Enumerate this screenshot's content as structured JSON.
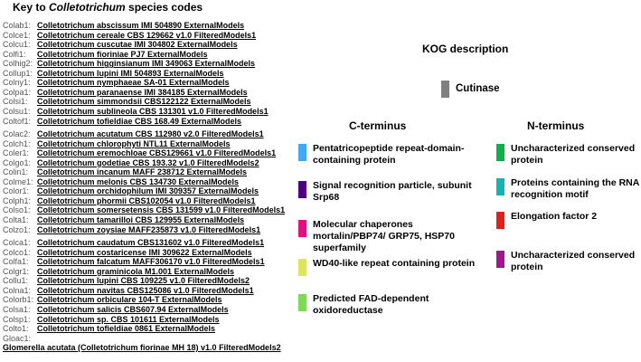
{
  "title_pre": "Key to ",
  "title_italic": "Colletotrichum",
  "title_post": " species codes",
  "kog_header": "KOG description",
  "c_header": "C-terminus",
  "n_header": "N-terminus",
  "species": [
    {
      "code": "Colab1:",
      "name": "Colletotrichum abscissum IMI 504890 ExternalModels"
    },
    {
      "code": "Colce1:",
      "name": "Colletotrichum cereale CBS 129662 v1.0 FilteredModels1"
    },
    {
      "code": "Colcu1:",
      "name": "Colletotrichum cuscutae IMI 304802 ExternalModels"
    },
    {
      "code": "Colfi1:",
      "name": "Colletotrichum fioriniae PJ7 ExternalModels"
    },
    {
      "code": "Colhig2:",
      "name": "Colletotrichum higginsianum IMI 349063 ExternalModels"
    },
    {
      "code": "Collup1:",
      "name": "Colletotrichum lupini IMI 504893 ExternalModels"
    },
    {
      "code": "Colny1:",
      "name": "Colletotrichum nymphaeae SA-01 ExternalModels"
    },
    {
      "code": "Colpa1:",
      "name": "Colletotrichum paranaense IMI 384185 ExternalModels"
    },
    {
      "code": "Colsi1:",
      "name": "Colletotrichum simmondsii CBS122122 ExternalModels"
    },
    {
      "code": "Colsu1:",
      "name": "Colletotrichum sublineola CBS 131301 v1.0 FilteredModels1"
    },
    {
      "code": "Coltof1:",
      "name": "Colletotrichum tofieldiae CBS 168.49 ExternalModels"
    },
    {
      "code": "Colac2:",
      "name": "Colletotrichum acutatum CBS 112980 v2.0 FilteredModels1"
    },
    {
      "code": "Colch1:",
      "name": "Colletotrichum chlorophyti NTL11 ExternalModels"
    },
    {
      "code": "Coler1:",
      "name": "Colletotrichum eremochloae CBS129661 v1.0 FilteredModels1"
    },
    {
      "code": "Colgo1:",
      "name": "Colletotrichum godetiae CBS 193.32 v1.0 FilteredModels2"
    },
    {
      "code": "Colin1:",
      "name": "Colletotrichum incanum MAFF 238712 ExternalModels"
    },
    {
      "code": "Colme1:",
      "name": "Colletotrichum melonis CBS 134730 ExternalModels"
    },
    {
      "code": "Color1:",
      "name": "Colletotrichum orchidophilum IMI 309357 ExternalModels"
    },
    {
      "code": "Colph1:",
      "name": "Colletotrichum phormii CBS102054 v1.0 FilteredModels1"
    },
    {
      "code": "Colso1:",
      "name": "Colletotrichum somersetensis CBS 131599 v1.0 FilteredModels1"
    },
    {
      "code": "Colta1:",
      "name": "Colletotrichum tamarilloi CBS 129955 ExternalModels"
    },
    {
      "code": "Colzo1:",
      "name": "Colletotrichum zoysiae MAFF235873 v1.0 FilteredModels1"
    },
    {
      "code": "Colca1:",
      "name": "Colletotrichum caudatum CBS131602 v1.0 FilteredModels1"
    },
    {
      "code": "Colco1:",
      "name": "Colletotrichum costaricense IMI 309622 ExternalModels"
    },
    {
      "code": "Colfa1:",
      "name": "Colletotrichum falcatum MAFF306170 v1.0 FilteredModels1"
    },
    {
      "code": "Colgr1:",
      "name": "Colletotrichum graminicola M1.001 ExternalModels"
    },
    {
      "code": "Collu1:",
      "name": "Colletotrichum lupini CBS 109225 v1.0 FilteredModels2"
    },
    {
      "code": "Colna1:",
      "name": "Colletotrichum navitas CBS125086 v1.0 FilteredModels1"
    },
    {
      "code": "Colorb1:",
      "name": "Colletotrichum orbiculare 104-T ExternalModels"
    },
    {
      "code": "Colsa1:",
      "name": "Colletotrichum salicis CBS607.94 ExternalModels"
    },
    {
      "code": "Colsp1:",
      "name": "Colletotrichum sp. CBS 101611 ExternalModels"
    },
    {
      "code": "Colto1:",
      "name": "Colletotrichum tofieldiae 0861 ExternalModels"
    },
    {
      "code": "Gloac1:",
      "name": ""
    },
    {
      "code": "",
      "name": "Glomerella acutata (Colletotrichum fiorinae MH 18) v1.0 FilteredModels2"
    }
  ],
  "kog": {
    "label": "Cutinase",
    "color": "#808080"
  },
  "c_terminus": [
    {
      "label": "Pentatricopeptide repeat-domain-containing protein",
      "color": "#3fa9f5"
    },
    {
      "label": "Signal recognition particle, subunit Srp68",
      "color": "#4b0082"
    },
    {
      "label": "Molecular chaperones mortalin/PBP74/ GRP75, HSP70 superfamily",
      "color": "#e0107e"
    },
    {
      "label": "WD40-like repeat containing protein",
      "color": "#dce65a"
    },
    {
      "label": "Predicted FAD-dependent oxidoreductase",
      "color": "#7ed957"
    }
  ],
  "n_terminus": [
    {
      "label": "Uncharacterized conserved protein",
      "color": "#0fb04a"
    },
    {
      "label": "Proteins containing the RNA recognition motif",
      "color": "#17b3b3"
    },
    {
      "label": "Elongation factor 2",
      "color": "#e0201b"
    },
    {
      "label": "Uncharacterized conserved protein",
      "color": "#a0168f"
    }
  ]
}
